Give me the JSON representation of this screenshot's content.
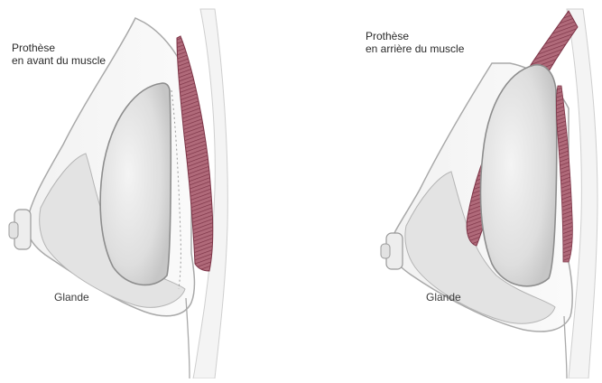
{
  "panels": [
    {
      "label_line1": "Prothèse",
      "label_line2": "en avant du muscle",
      "gland_label": "Glande",
      "implant_position": "in front of muscle"
    },
    {
      "label_line1": "Prothèse",
      "label_line2": "en arrière du muscle",
      "gland_label": "Glande",
      "implant_position": "behind muscle"
    }
  ],
  "colors": {
    "muscle": "#9a4a5c",
    "muscle_light": "#c98a96",
    "skin_outline": "#b8b8b8",
    "implant": "#e6e6e6",
    "implant_shadow": "#c8c8c8",
    "gland": "#dcdcdc",
    "label_text": "#2a2a2a"
  }
}
